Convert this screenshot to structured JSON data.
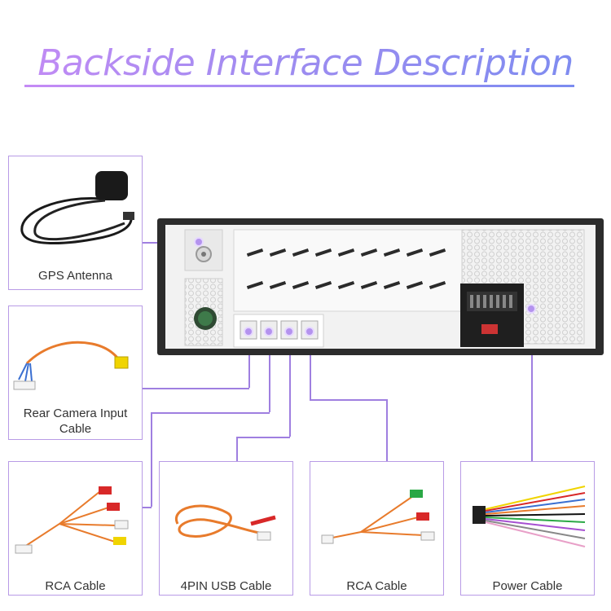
{
  "title": "Backside Interface Description",
  "colors": {
    "accent": "#9f7fe0",
    "title_start": "#c58bf5",
    "title_end": "#7b8cf0"
  },
  "cards": {
    "gps": {
      "label": "GPS Antenna",
      "icon": "gps-antenna-icon"
    },
    "rear_camera": {
      "label_line1": "Rear Camera Input",
      "label_line2": "Cable",
      "icon": "rear-camera-cable-icon"
    },
    "rca_left": {
      "label": "RCA Cable",
      "icon": "rca-cable-icon"
    },
    "usb": {
      "label": "4PIN USB Cable",
      "icon": "usb-cable-icon"
    },
    "rca_right": {
      "label": "RCA Cable",
      "icon": "rca-cable-icon"
    },
    "power": {
      "label": "Power Cable",
      "icon": "power-harness-icon"
    }
  }
}
